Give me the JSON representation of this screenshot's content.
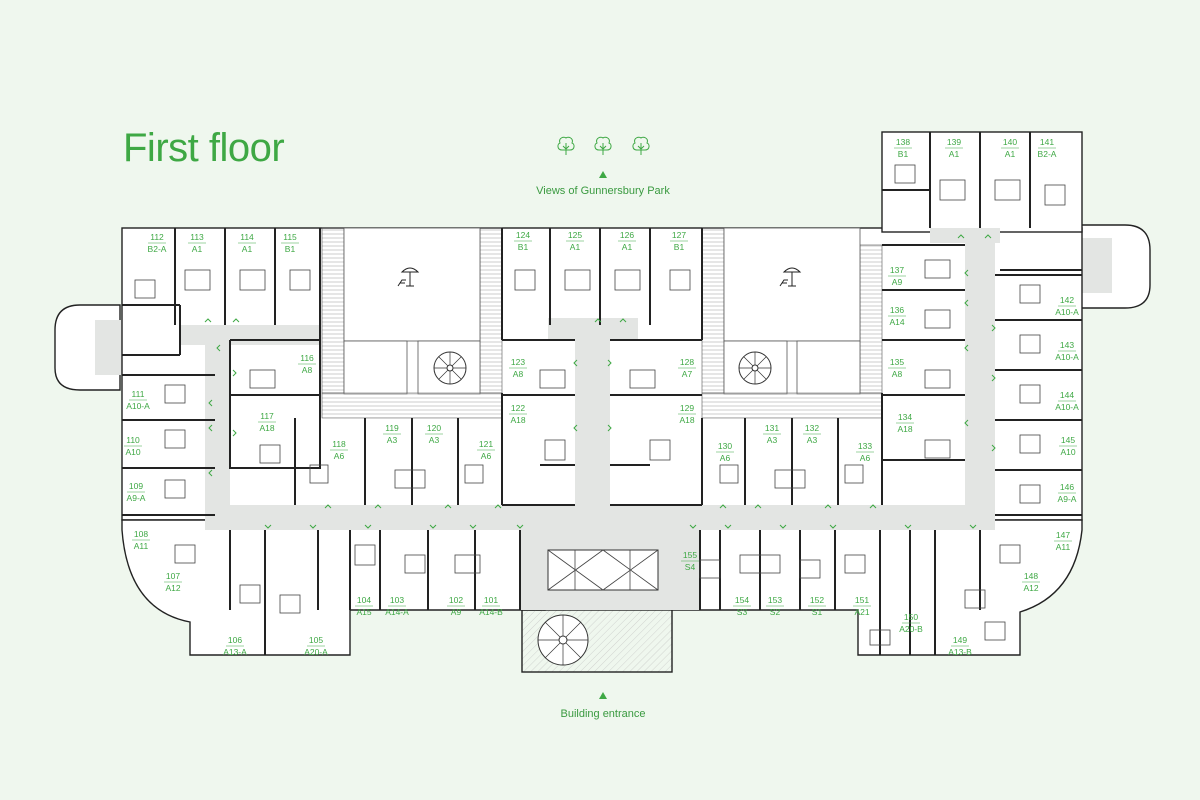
{
  "title": "First floor",
  "top_caption": "Views of Gunnersbury Park",
  "bottom_caption": "Building entrance",
  "colors": {
    "accent": "#3ea844",
    "background": "#eff7ee",
    "corridor": "#e3e5e3",
    "walls": "#222222"
  },
  "icons": [
    "tree-icon",
    "tree-icon",
    "tree-icon",
    "arrow-up-icon",
    "parasol-lounger-icon",
    "spiral-stair-icon"
  ],
  "units": [
    {
      "number": "112",
      "type": "B2-A"
    },
    {
      "number": "113",
      "type": "A1"
    },
    {
      "number": "114",
      "type": "A1"
    },
    {
      "number": "115",
      "type": "B1"
    },
    {
      "number": "116",
      "type": "A8"
    },
    {
      "number": "117",
      "type": "A18"
    },
    {
      "number": "111",
      "type": "A10-A"
    },
    {
      "number": "110",
      "type": "A10"
    },
    {
      "number": "109",
      "type": "A9-A"
    },
    {
      "number": "108",
      "type": "A11"
    },
    {
      "number": "107",
      "type": "A12"
    },
    {
      "number": "106",
      "type": "A13-A"
    },
    {
      "number": "105",
      "type": "A20-A"
    },
    {
      "number": "104",
      "type": "A15"
    },
    {
      "number": "103",
      "type": "A14-A"
    },
    {
      "number": "102",
      "type": "A9"
    },
    {
      "number": "101",
      "type": "A14-B"
    },
    {
      "number": "118",
      "type": "A6"
    },
    {
      "number": "119",
      "type": "A3"
    },
    {
      "number": "120",
      "type": "A3"
    },
    {
      "number": "121",
      "type": "A6"
    },
    {
      "number": "122",
      "type": "A18"
    },
    {
      "number": "123",
      "type": "A8"
    },
    {
      "number": "124",
      "type": "B1"
    },
    {
      "number": "125",
      "type": "A1"
    },
    {
      "number": "126",
      "type": "A1"
    },
    {
      "number": "127",
      "type": "B1"
    },
    {
      "number": "128",
      "type": "A7"
    },
    {
      "number": "129",
      "type": "A18"
    },
    {
      "number": "130",
      "type": "A6"
    },
    {
      "number": "131",
      "type": "A3"
    },
    {
      "number": "132",
      "type": "A3"
    },
    {
      "number": "133",
      "type": "A6"
    },
    {
      "number": "134",
      "type": "A18"
    },
    {
      "number": "135",
      "type": "A8"
    },
    {
      "number": "136",
      "type": "A14"
    },
    {
      "number": "137",
      "type": "A9"
    },
    {
      "number": "138",
      "type": "B1"
    },
    {
      "number": "139",
      "type": "A1"
    },
    {
      "number": "140",
      "type": "A1"
    },
    {
      "number": "141",
      "type": "B2-A"
    },
    {
      "number": "142",
      "type": "A10-A"
    },
    {
      "number": "143",
      "type": "A10-A"
    },
    {
      "number": "144",
      "type": "A10-A"
    },
    {
      "number": "145",
      "type": "A10"
    },
    {
      "number": "146",
      "type": "A9-A"
    },
    {
      "number": "147",
      "type": "A11"
    },
    {
      "number": "148",
      "type": "A12"
    },
    {
      "number": "149",
      "type": "A13-B"
    },
    {
      "number": "150",
      "type": "A20-B"
    },
    {
      "number": "151",
      "type": "A21"
    },
    {
      "number": "152",
      "type": "S1"
    },
    {
      "number": "153",
      "type": "S2"
    },
    {
      "number": "154",
      "type": "S3"
    },
    {
      "number": "155",
      "type": "S4"
    }
  ]
}
